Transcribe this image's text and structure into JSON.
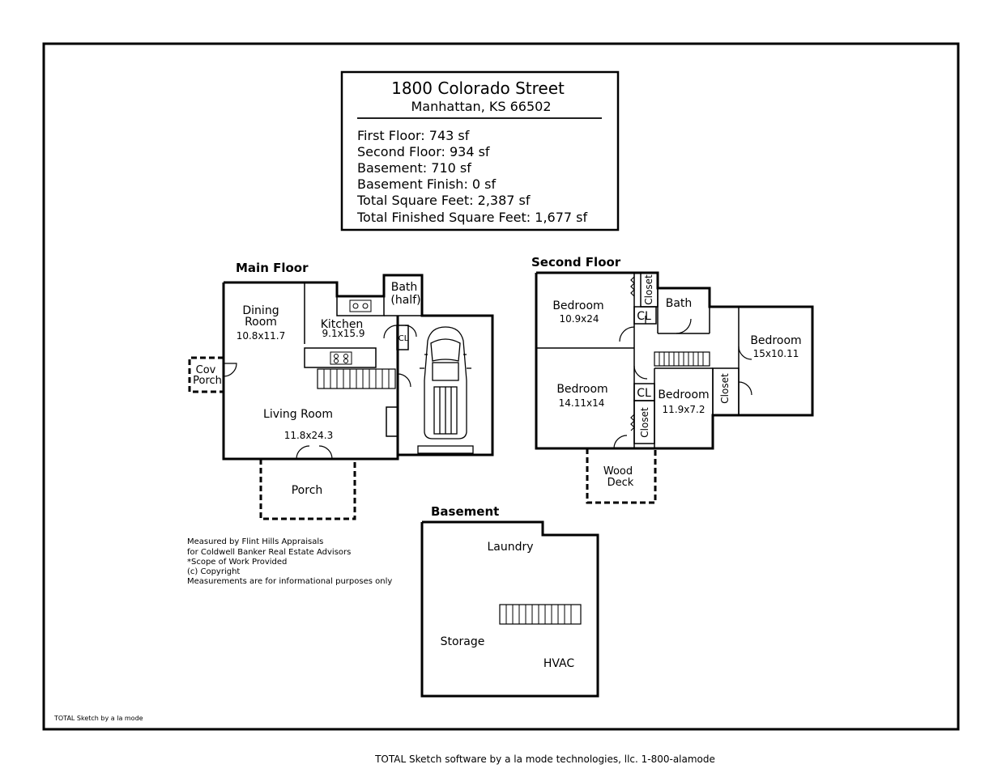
{
  "header": {
    "address_line1": "1800 Colorado Street",
    "address_line2": "Manhattan, KS 66502",
    "stats": [
      "First Floor: 743 sf",
      "Second Floor: 934 sf",
      "Basement: 710 sf",
      "Basement Finish: 0 sf",
      "Total Square Feet: 2,387 sf",
      "Total Finished Square Feet: 1,677 sf"
    ]
  },
  "main_floor": {
    "title": "Main Floor",
    "dining_name_1": "Dining",
    "dining_name_2": "Room",
    "dining_dims": "10.8x11.7",
    "kitchen_name": "Kitchen",
    "kitchen_dims": "9.1x15.9",
    "bath_name_1": "Bath",
    "bath_name_2": "(half)",
    "cl_label": "CL",
    "cov_porch_1": "Cov",
    "cov_porch_2": "Porch",
    "living_name": "Living Room",
    "living_dims": "11.8x24.3",
    "porch_label": "Porch"
  },
  "second_floor": {
    "title": "Second Floor",
    "bedroom1_name": "Bedroom",
    "bedroom1_dims": "10.9x24",
    "closet1": "Closet",
    "cl1": "CL",
    "bath": "Bath",
    "bedroom2_name": "Bedroom",
    "bedroom2_dims": "15x10.11",
    "bedroom3_name": "Bedroom",
    "bedroom3_dims": "14.11x14",
    "cl2": "CL",
    "bedroom4_name": "Bedroom",
    "bedroom4_dims": "11.9x7.2",
    "closet2": "Closet",
    "closet3": "Closet",
    "wood_deck_1": "Wood",
    "wood_deck_2": "Deck"
  },
  "basement": {
    "title": "Basement",
    "laundry": "Laundry",
    "storage": "Storage",
    "hvac": "HVAC"
  },
  "notes": [
    "Measured by Flint Hills Appraisals",
    "for Coldwell Banker Real Estate Advisors",
    "*Scope of Work Provided",
    "(c) Copyright",
    "Measurements are for informational purposes only"
  ],
  "corner_label": "TOTAL Sketch by a la mode",
  "footer": "TOTAL Sketch software by a la mode technologies, llc. 1-800-alamode"
}
